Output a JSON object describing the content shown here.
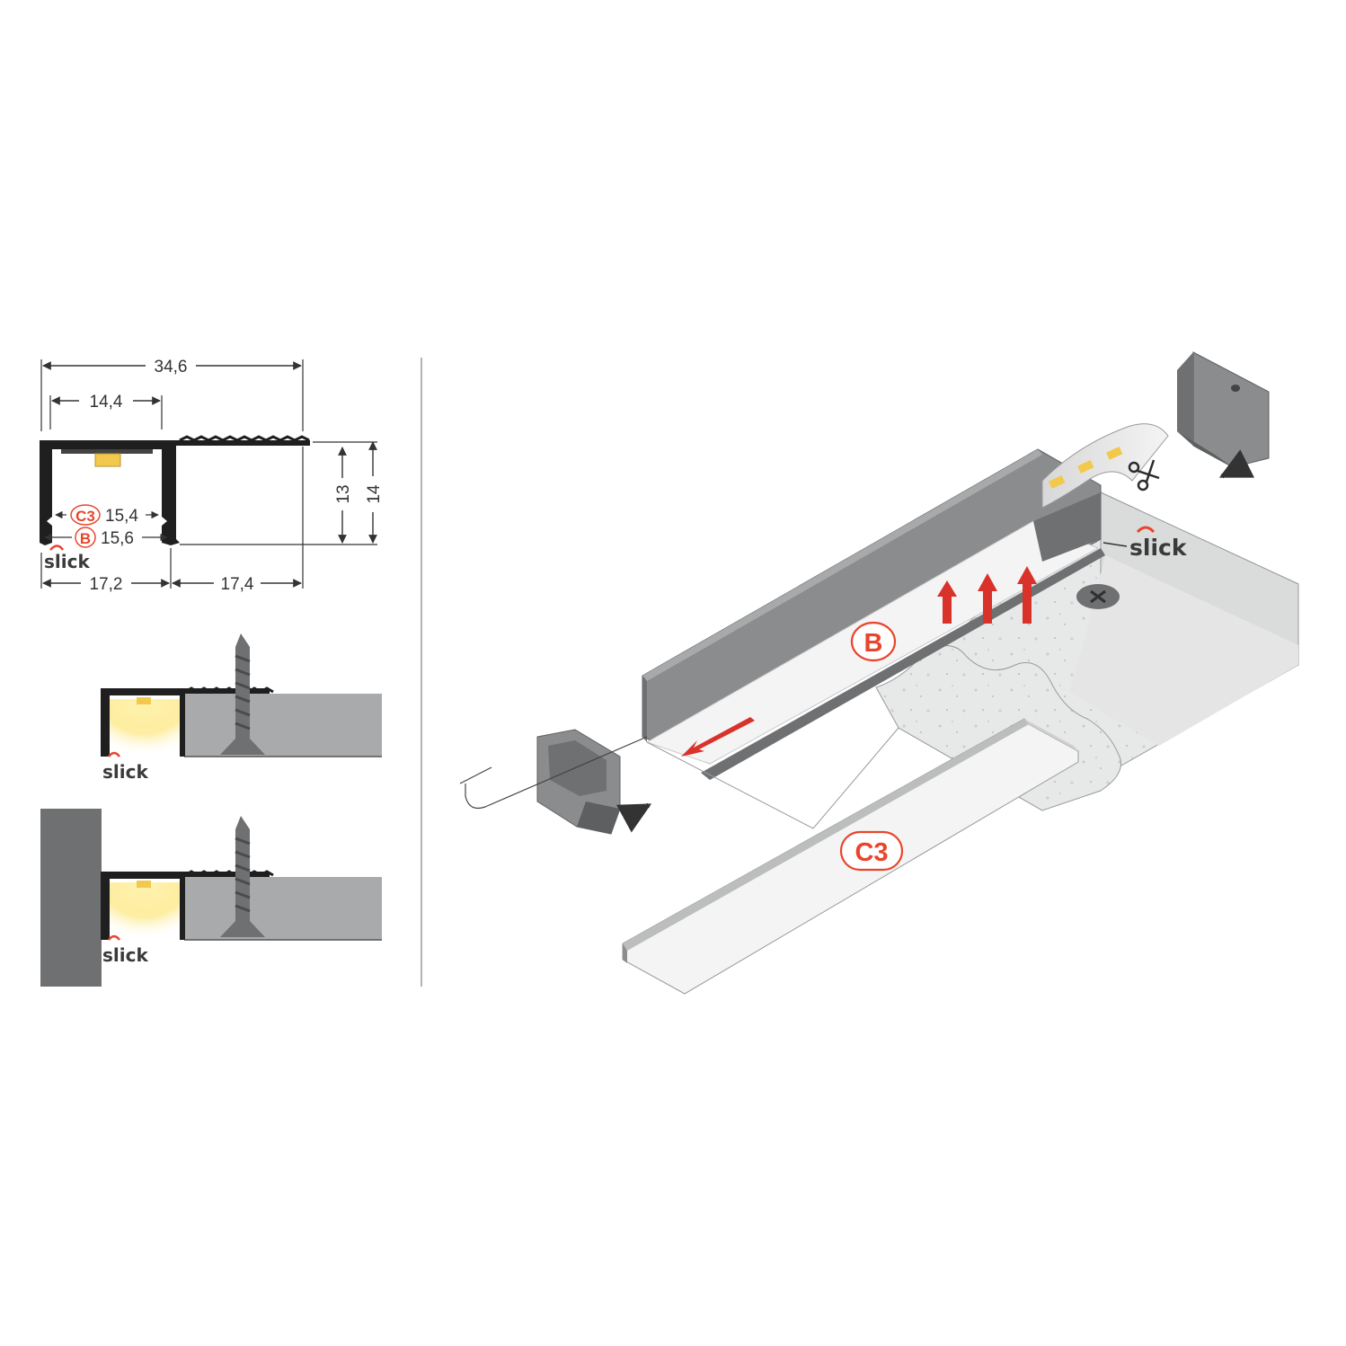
{
  "dimensions": {
    "total_width": "34,6",
    "channel_inner_width": "14,4",
    "height_inner": "13",
    "height_outer": "14",
    "c3_width": "15,4",
    "b_width": "15,6",
    "left_width": "17,2",
    "right_width": "17,4"
  },
  "tags": {
    "c3": "C3",
    "b": "B"
  },
  "brand": {
    "name": "slick"
  },
  "colors": {
    "accent": "#e8452c",
    "arrow_red": "#d9322a",
    "profile_dark": "#1f1f1f",
    "profile_grey": "#8a8c8d",
    "wall_grey": "#6e7072",
    "substrate_grey": "#a9aaab",
    "led_yellow": "#f2c94c"
  }
}
